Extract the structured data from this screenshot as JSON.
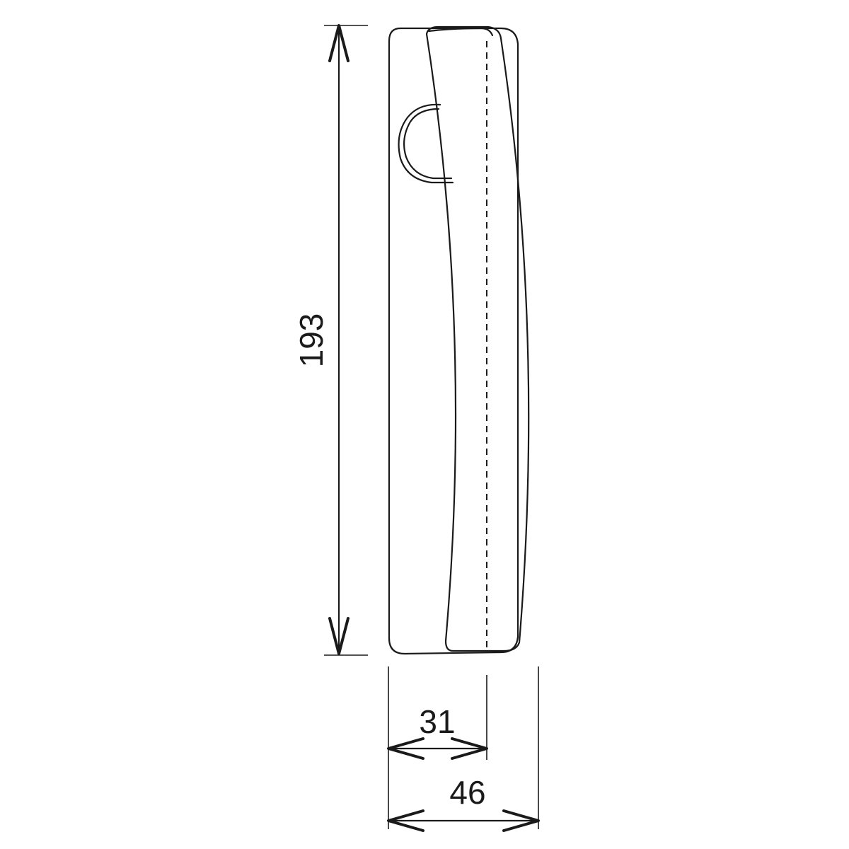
{
  "dimensions": {
    "height": "193",
    "inner_width": "31",
    "outer_width": "46"
  }
}
